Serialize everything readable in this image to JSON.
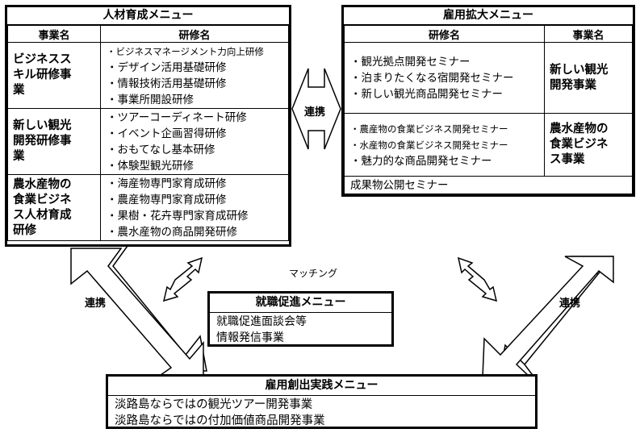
{
  "hr_menu": {
    "title": "人材育成メニュー",
    "col_category": "事業名",
    "col_training": "研修名",
    "rows": [
      {
        "category": [
          "ビジネスス",
          "キル研修事",
          "業"
        ],
        "items": [
          "・ビジネスマネージメント力向上研修",
          "・デザイン活用基礎研修",
          "・情報技術活用基礎研修",
          "・事業所開設研修"
        ]
      },
      {
        "category": [
          "新しい観光",
          "開発研修事",
          "業"
        ],
        "items": [
          "・ツアーコーディネート研修",
          "・イベント企画習得研修",
          "・おもてなし基本研修",
          "・体験型観光研修"
        ]
      },
      {
        "category": [
          "農水産物の",
          "食業ビジネ",
          "ス人材育成",
          "研修"
        ],
        "items": [
          "・海産物専門家育成研修",
          "・農産物専門家育成研修",
          "・果樹・花卉専門家育成研修",
          "・農水産物の商品開発研修"
        ]
      }
    ]
  },
  "employment_menu": {
    "title": "雇用拡大メニュー",
    "col_training": "研修名",
    "col_category": "事業名",
    "rows": [
      {
        "items": [
          "・観光拠点開発セミナー",
          "・泊まりたくなる宿開発セミナー",
          "・新しい観光商品開発セミナー"
        ],
        "category": [
          "新しい観光",
          "開発事業"
        ]
      },
      {
        "items": [
          "・農産物の食業ビジネス開発セミナー",
          "・水産物の食業ビジネス開発セミナー",
          "・魅力的な商品開発セミナー"
        ],
        "category": [
          "農水産物の",
          "食業ビジネ",
          "ス事業"
        ]
      }
    ],
    "footer": "成果物公開セミナー"
  },
  "job_menu": {
    "title": "就職促進メニュー",
    "items": [
      "就職促進面談会等",
      "情報発信事業"
    ]
  },
  "creation_menu": {
    "title": "雇用創出実践メニュー",
    "items": [
      "淡路島ならではの観光ツアー開発事業",
      "淡路島ならではの付加価値商品開発事業"
    ]
  },
  "labels": {
    "link_center": "連携",
    "link_left": "連携",
    "link_right": "連携",
    "matching": "マッチング"
  }
}
